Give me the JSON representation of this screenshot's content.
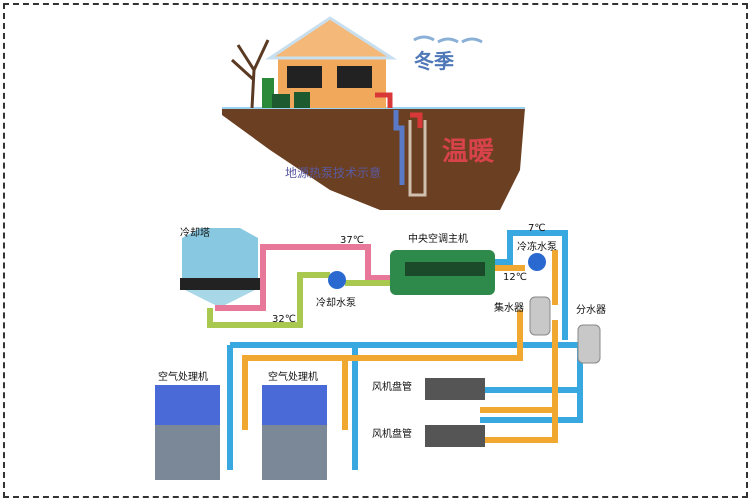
{
  "top": {
    "season": "冬季",
    "warm": "温暖",
    "caption": "地源热泵技术示意"
  },
  "bottom": {
    "cooling_tower": "冷却塔",
    "temp_hot": "37℃",
    "temp_cool": "32℃",
    "cooling_pump": "冷却水泵",
    "chiller": "中央空调主机",
    "temp_supply": "7℃",
    "temp_return": "12℃",
    "chilled_pump": "冷冻水泵",
    "collector": "集水器",
    "distributor": "分水器",
    "ahu1": "空气处理机",
    "ahu2": "空气处理机",
    "fcu1": "风机盘管",
    "fcu2": "风机盘管"
  },
  "colors": {
    "hot_pipe": "#e8789a",
    "cool_pipe": "#a8c850",
    "supply_pipe": "#3aa8e0",
    "return_pipe": "#f0a830",
    "ground": "#6b3f22",
    "chiller": "#2e8a4a"
  }
}
